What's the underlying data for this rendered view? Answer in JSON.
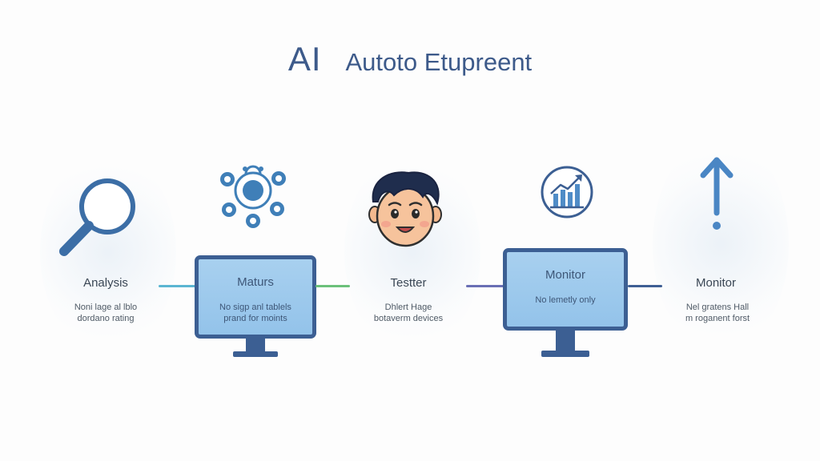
{
  "title": {
    "ai": "AI",
    "rest": "Autoto Etupreent"
  },
  "colors": {
    "primary": "#3c5f93",
    "screen": "#9ac8ec",
    "connector_teal": "#5bb6d2",
    "connector_green": "#6cc17a",
    "connector_purple": "#6a6fb5",
    "connector_blue": "#3f5f94"
  },
  "steps": [
    {
      "label": "Analysis",
      "desc_line1": "Noni lage al lblo",
      "desc_line2": "dordano rating",
      "icon": "magnifier-icon"
    },
    {
      "label": "Maturs",
      "desc_line1": "No sigp anl tablels",
      "desc_line2": "prand for moints",
      "icon": "gears-icon"
    },
    {
      "label": "Testter",
      "desc_line1": "Dhlert Hage",
      "desc_line2": "botaverm devices",
      "icon": "person-face-icon"
    },
    {
      "label": "Monitor",
      "desc_line1": "No lemetly only",
      "icon": "bar-chart-icon"
    },
    {
      "label": "Monitor",
      "desc_line1": "Nel gratens Hall",
      "desc_line2": "m roganent forst",
      "icon": "arrow-up-icon"
    }
  ]
}
